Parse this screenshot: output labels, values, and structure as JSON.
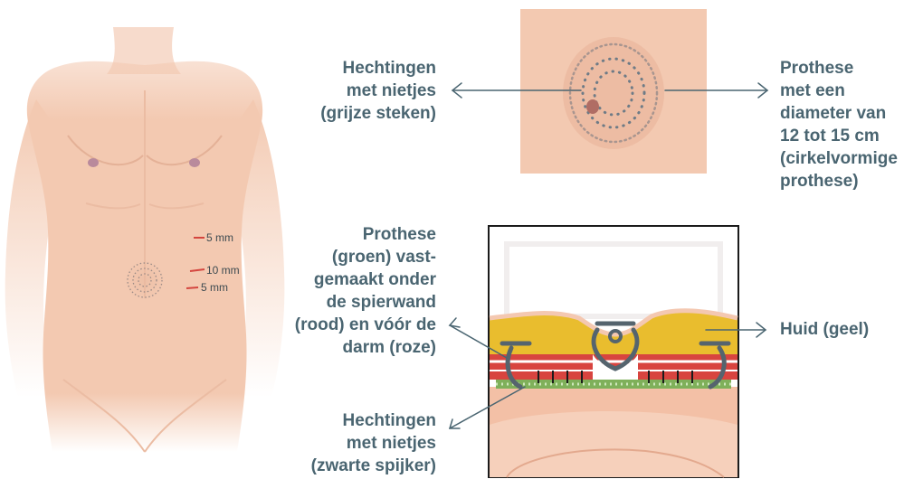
{
  "colors": {
    "label_text": "#4a6571",
    "arrow": "#4a6571",
    "skin": "#f3c9b1",
    "fat_yellow": "#e9bd2e",
    "muscle_red": "#d8443f",
    "mesh_green": "#7fb05a",
    "bowel_pink": "#f0b7a0",
    "incision_red": "#d4453e"
  },
  "labels": {
    "top_left": [
      "Hechtingen",
      "met nietjes",
      "(grijze steken)"
    ],
    "top_right": [
      "Prothese",
      "met een",
      "diameter van",
      "12 tot 15 cm",
      "(cirkelvormige",
      "prothese)"
    ],
    "mid_left": [
      "Prothese",
      "(groen) vast-",
      "gemaakt onder",
      "de spierwand",
      "(rood) en vóór de",
      "darm (roze)"
    ],
    "mid_right": "Huid (geel)",
    "bottom_left": [
      "Hechtingen",
      "met nietjes",
      "(zwarte spijker)"
    ]
  },
  "incisions": [
    "5 mm",
    "10 mm",
    "5 mm"
  ]
}
